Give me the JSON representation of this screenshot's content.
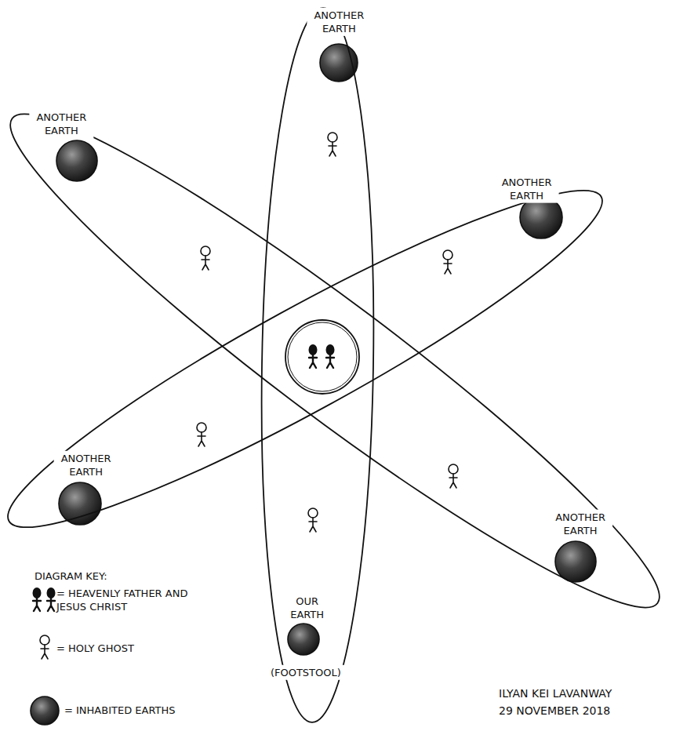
{
  "diagram": {
    "nodes": [
      {
        "text": [
          "ANOTHER EARTH",
          "OUR EARTH",
          "(FOOTSTOOL)"
        ]
      },
      {
        "text": [
          "ANOTHER EARTH",
          "ANOTHER EARTH"
        ]
      },
      {
        "text": [
          "ANOTHER EARTH",
          "ANOTHER EARTH"
        ]
      }
    ],
    "labels": [
      "DIAGRAM KEY:",
      "ILYAN KEI LAVANWAY",
      "29 NOVEMBER 2018"
    ],
    "legend": [
      {
        "text": "= HEAVENLY FATHER AND JESUS CHRIST"
      },
      {
        "text": "= HOLY GHOST"
      },
      {
        "text": "= INHABITED EARTHS"
      }
    ]
  }
}
